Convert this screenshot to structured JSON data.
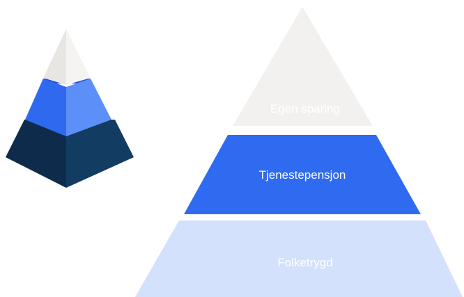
{
  "pyramid": {
    "tiers": [
      {
        "label": "Egen sparing",
        "color": "#f2f1f0"
      },
      {
        "label": "Tjenestepensjon",
        "color": "#2f6bf0"
      },
      {
        "label": "Folketrygd",
        "color": "#d4e1fc"
      }
    ]
  },
  "icon": {
    "name": "pyramid-3d-icon",
    "colors": {
      "top_left": "#e8e6e3",
      "top_right": "#f5f4f3",
      "mid_left": "#2e69f0",
      "mid_right": "#5d8ff8",
      "mid_cap": "#1c4fd6",
      "base_left": "#0e2b4b",
      "base_right": "#133c62",
      "base_cap": "#0b2442"
    }
  }
}
